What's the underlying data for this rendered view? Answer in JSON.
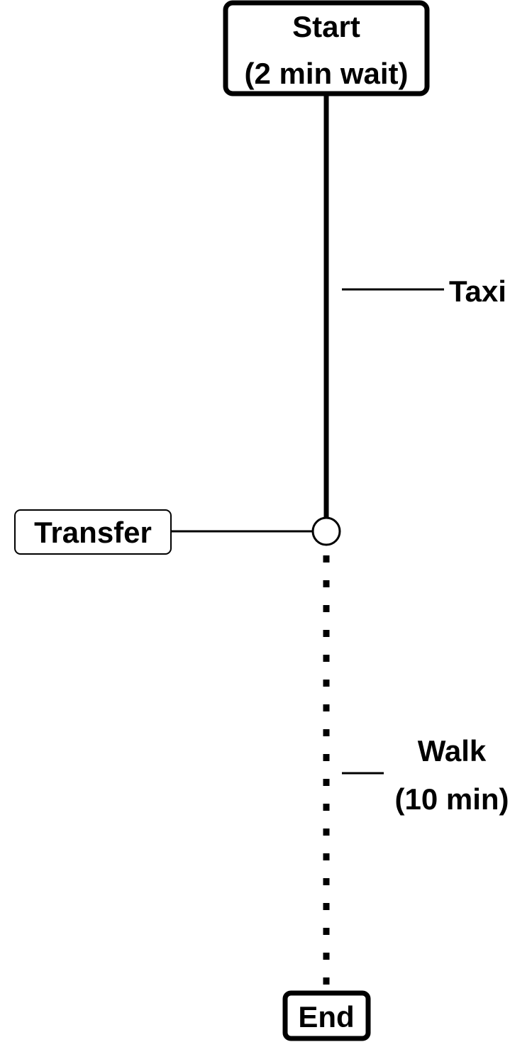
{
  "diagram": {
    "start_node": {
      "line1": "Start",
      "line2": "(2 min wait)"
    },
    "taxi_segment": {
      "label": "Taxi"
    },
    "transfer_node": {
      "label": "Transfer"
    },
    "walk_segment": {
      "line1": "Walk",
      "line2": "(10 min)"
    },
    "end_node": {
      "label": "End"
    }
  }
}
